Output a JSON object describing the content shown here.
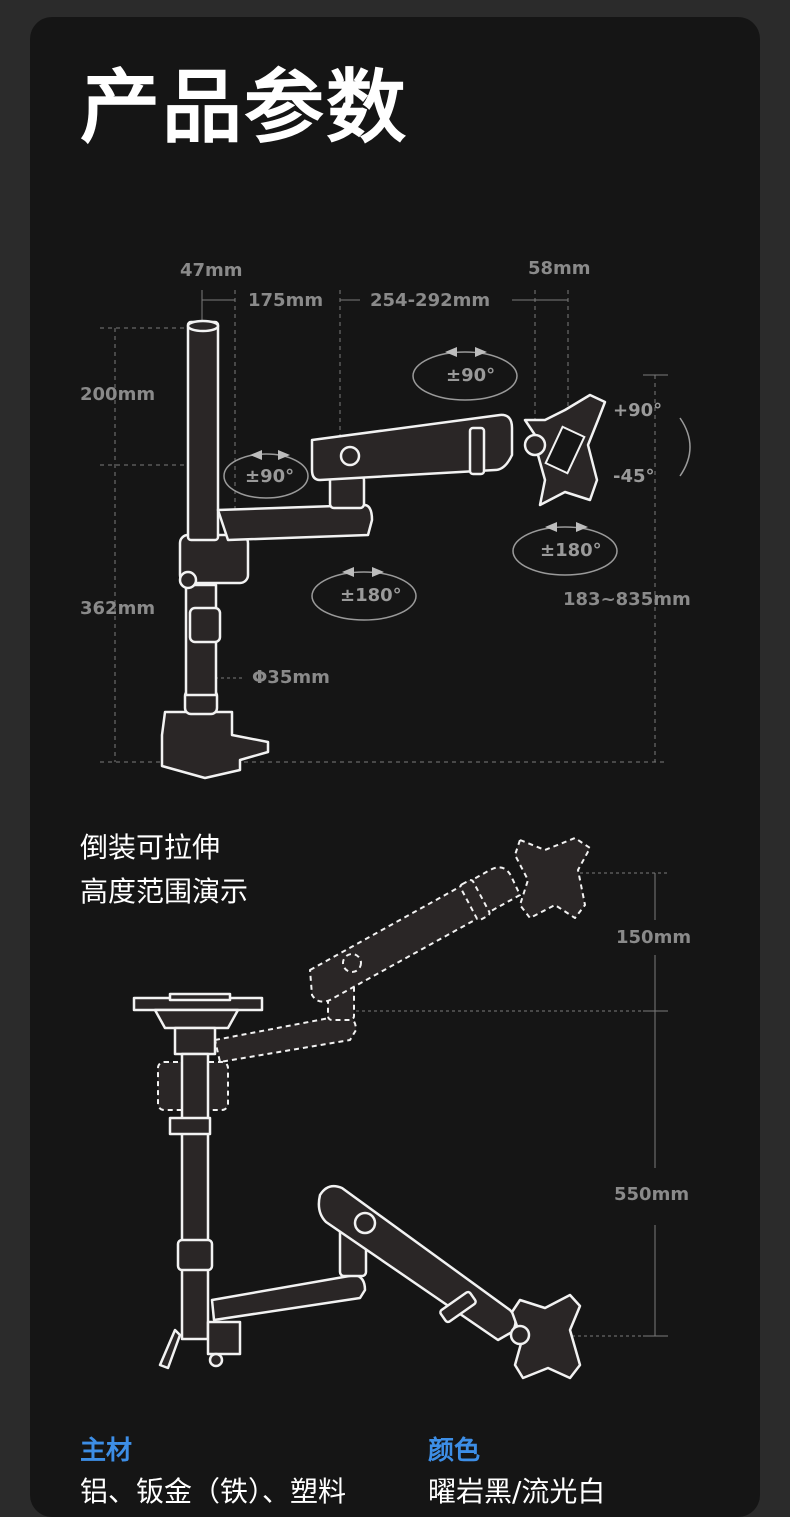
{
  "header": {
    "title": "产品参数"
  },
  "diagram1": {
    "dim_47": "47mm",
    "dim_175": "175mm",
    "dim_254": "254-292mm",
    "dim_58": "58mm",
    "dim_200": "200mm",
    "dim_362": "362mm",
    "dim_phi35": "Φ35mm",
    "dim_183": "183~835mm",
    "rot_top": "±90°",
    "rot_left": "±90°",
    "rot_right180": "±180°",
    "rot_bottom180": "±180°",
    "tilt_up": "+90°",
    "tilt_down": "-45°"
  },
  "diagram2": {
    "subtitle_line1": "倒装可拉伸",
    "subtitle_line2": "高度范围演示",
    "dim_150": "150mm",
    "dim_550": "550mm"
  },
  "specs": {
    "material_label": "主材",
    "material_value": "铝、钣金（铁）、塑料",
    "color_label": "颜色",
    "color_value": "曜岩黑/流光白"
  },
  "colors": {
    "background": "#2b2b2b",
    "card": "#151515",
    "accent": "#3d8ee6",
    "line": "#8a8a8a"
  }
}
